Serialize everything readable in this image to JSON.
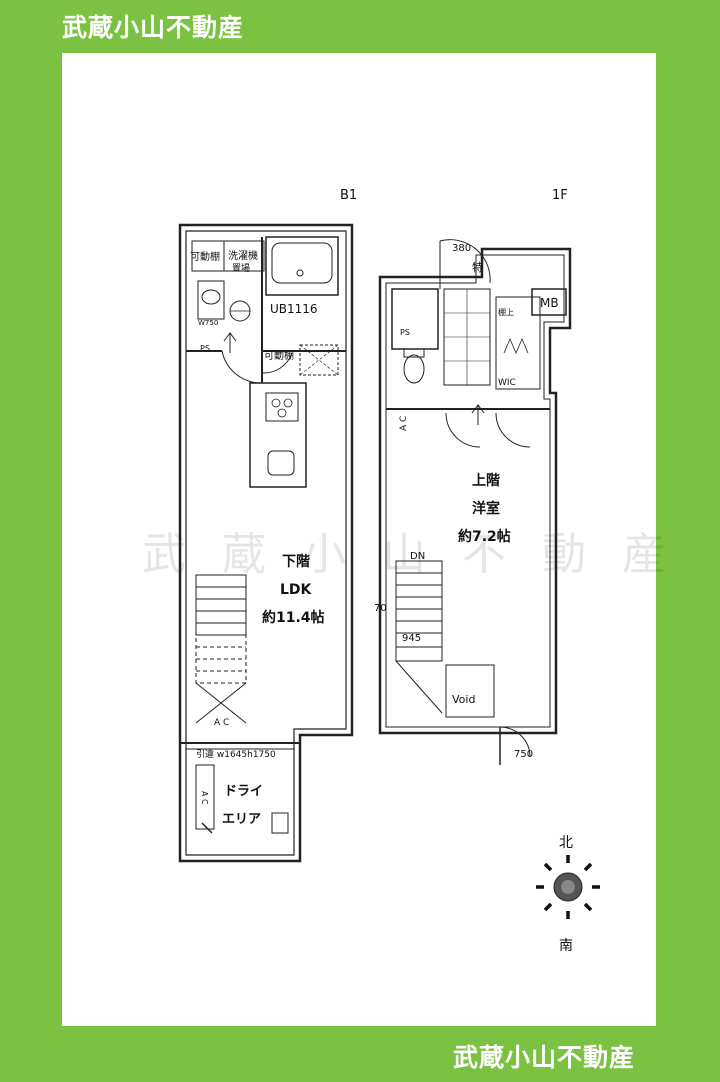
{
  "brand": {
    "top": "武蔵小山不動産",
    "bottom": "武蔵小山不動産",
    "watermark": "武蔵小山不動産"
  },
  "floors": {
    "b1": "B1",
    "f1": "1F"
  },
  "b1": {
    "movable_shelf_1": "可動棚",
    "washer": "洗濯機",
    "washer_space": "置場",
    "unit_bath": "UB1116",
    "ps": "PS",
    "washbasin": "W750",
    "movable_shelf_2": "可動棚",
    "ldk_floor": "下階",
    "ldk_name": "LDK",
    "ldk_size": "約11.4帖",
    "ac": "A C",
    "window": "引違 w1645h1750",
    "dry_area_1": "ドライ",
    "dry_area_2": "エリア",
    "ac_vertical": "A C"
  },
  "f1": {
    "dim_380": "380",
    "special": "特",
    "mb": "MB",
    "upper_shelf": "棚上",
    "ps": "PS",
    "wic": "WIC",
    "ac": "A C",
    "room_floor": "上階",
    "room_name": "洋室",
    "room_size": "約7.2帖",
    "dn": "DN",
    "dim_70": "70",
    "dim_945": "945",
    "void": "Void",
    "dim_750": "750"
  },
  "compass": {
    "north": "北",
    "south": "南"
  }
}
